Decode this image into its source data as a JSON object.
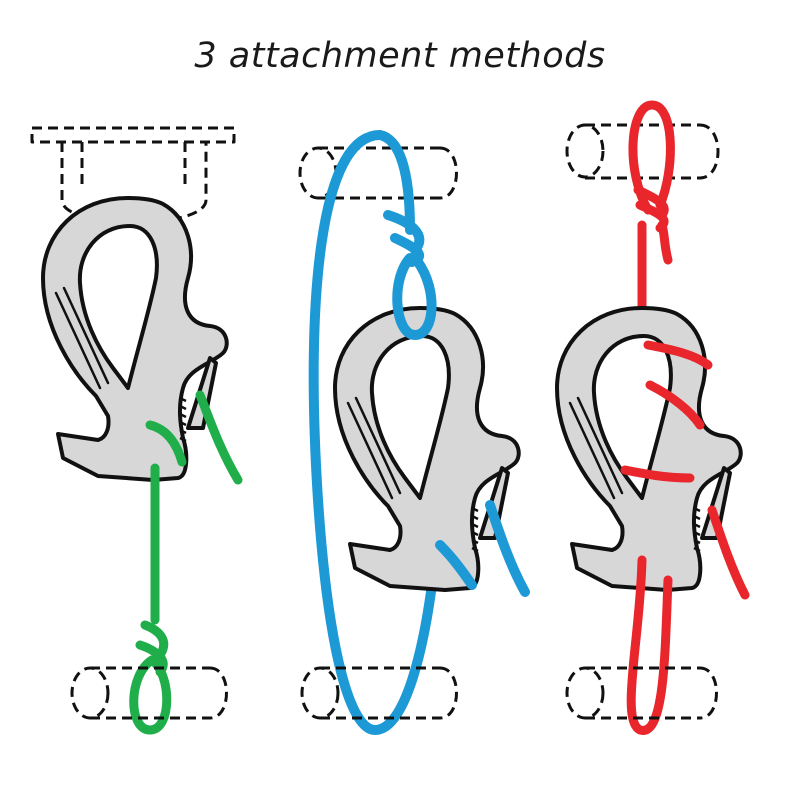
{
  "title": "3 attachment methods",
  "colors": {
    "cord_green": "#1fae4a",
    "cord_blue": "#1d9ad6",
    "cord_red": "#e8262b",
    "hook_gray": "#d7d7d8",
    "outline": "#111111",
    "background": "#ffffff"
  },
  "methods": [
    {
      "cord_color": "cord_green",
      "object": "dashed-bracket-and-rod"
    },
    {
      "cord_color": "cord_blue",
      "object": "dashed-rods-loop"
    },
    {
      "cord_color": "cord_red",
      "object": "dashed-rods-wrap"
    }
  ]
}
